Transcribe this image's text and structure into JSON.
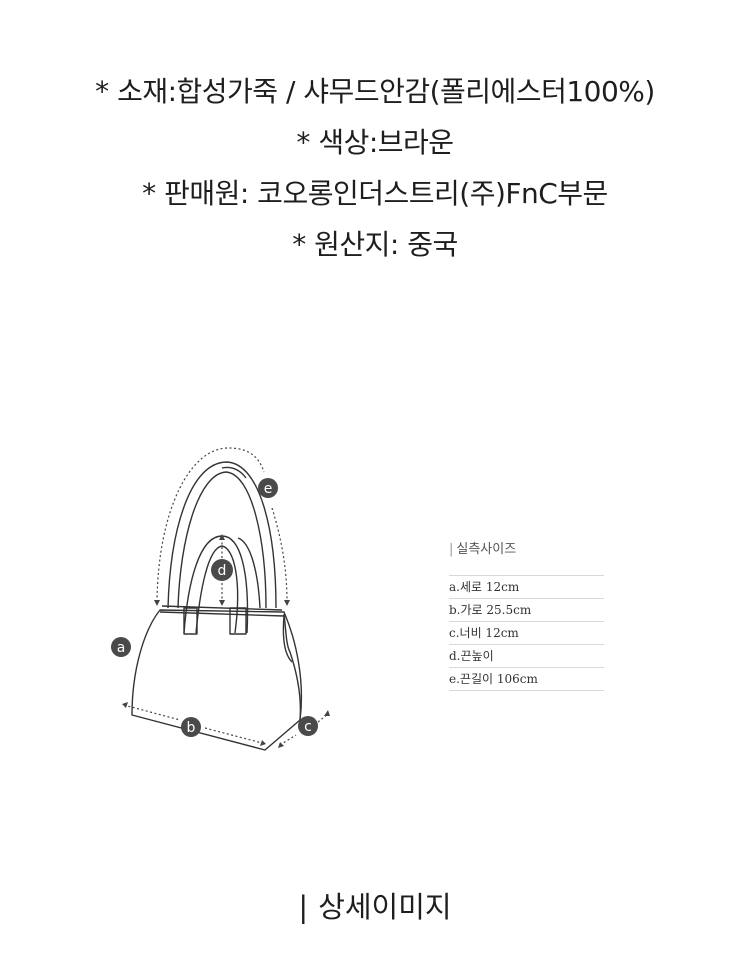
{
  "product_info": {
    "lines": [
      "* 소재:합성가죽 / 샤무드안감(폴리에스터100%)",
      "* 색상:브라운",
      "* 판매원: 코오롱인더스트리(주)FnC부문",
      "* 원산지: 중국"
    ]
  },
  "size_chart": {
    "title": "실측사이즈",
    "rows": [
      {
        "key": "a",
        "label": "a.세로 12cm"
      },
      {
        "key": "b",
        "label": "b.가로 25.5cm"
      },
      {
        "key": "c",
        "label": "c.너비 12cm"
      },
      {
        "key": "d",
        "label": "d.끈높이"
      },
      {
        "key": "e",
        "label": "e.끈길이 106cm"
      }
    ],
    "diagram_labels": [
      "a",
      "b",
      "c",
      "d",
      "e"
    ],
    "marker_color": "#4a4a4a"
  },
  "detail_section": {
    "heading": "상세이미지",
    "bar": "|"
  }
}
